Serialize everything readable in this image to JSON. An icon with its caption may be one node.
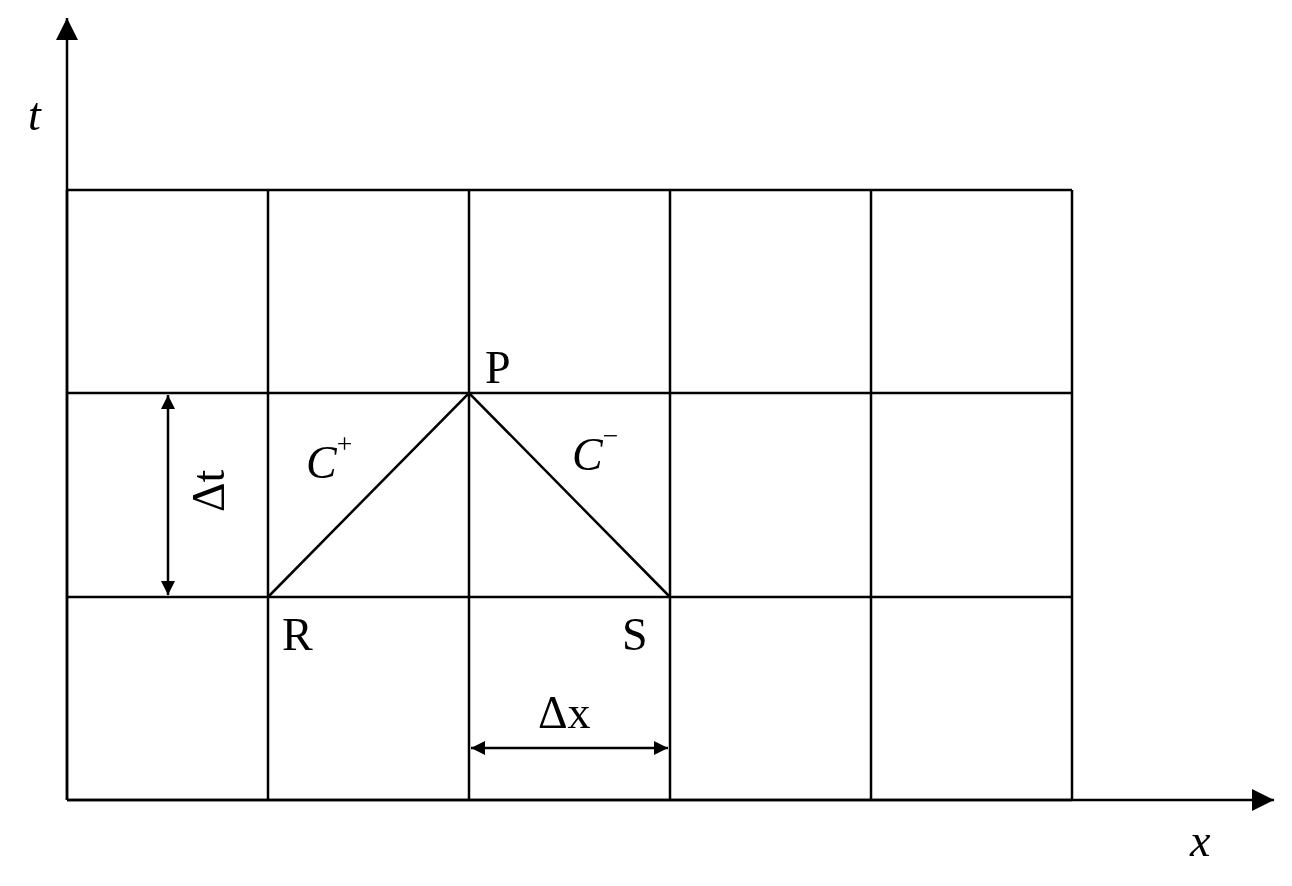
{
  "diagram": {
    "labels": [
      "*t*",
      "P",
      "*C*$^{+}$",
      "*C*$^{−}$",
      "Δt",
      "R",
      "S",
      "Δx",
      "*x*"
    ]
  }
}
